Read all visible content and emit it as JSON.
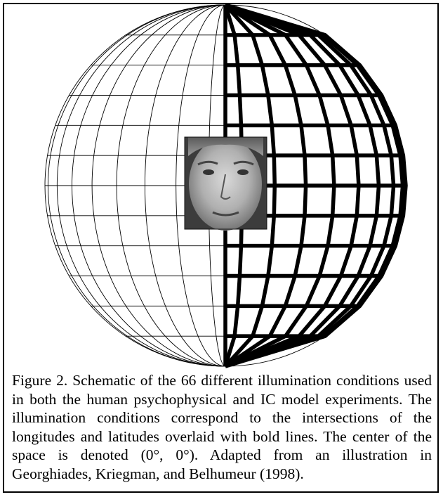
{
  "figure": {
    "caption": "Figure 2. Schematic of the 66 different illumination conditions used in both the human psychophysical and IC model experiments. The illumination conditions correspond to the intersections of the longitudes and latitudes overlaid with bold lines. The center of the space is denoted (0°, 0°). Adapted from an illustration in Georghiades, Kriegman, and Belhumeur (1998).",
    "illustration": {
      "face_photo": "grayscale-face-icon",
      "grid_counts": {
        "longitudes_per_half": 8,
        "latitudes": 12
      },
      "colors": {
        "thin_line": "#000000",
        "bold_line": "#000000",
        "background": "#ffffff"
      }
    }
  }
}
